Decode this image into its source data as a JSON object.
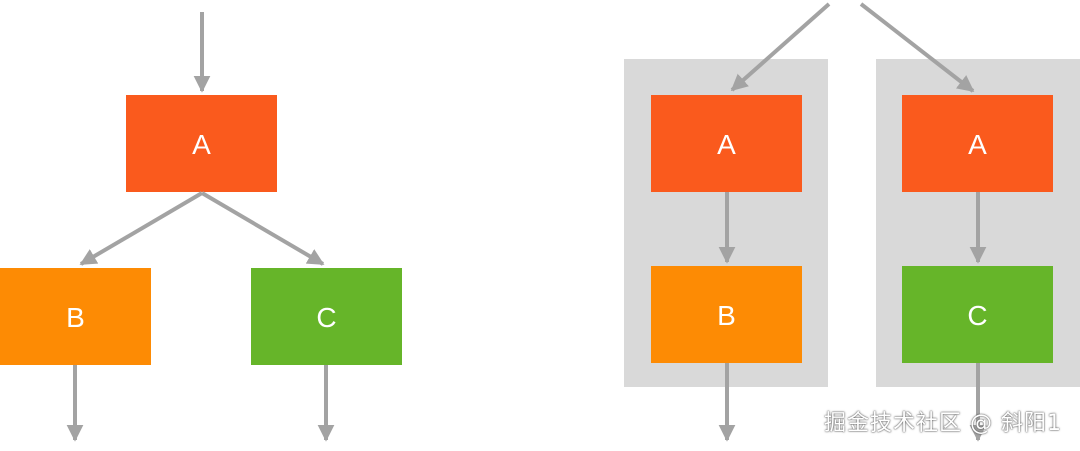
{
  "colors": {
    "arrow": "#a3a3a3",
    "group_bg": "#d9d9d9",
    "a": "#fa5a1d",
    "b": "#fd8b04",
    "c": "#66b529",
    "label": "#ffffff"
  },
  "left": {
    "a_label": "A",
    "b_label": "B",
    "c_label": "C"
  },
  "right": {
    "group1": {
      "top_label": "A",
      "bottom_label": "B"
    },
    "group2": {
      "top_label": "A",
      "bottom_label": "C"
    }
  },
  "watermark": "掘金技术社区 @ 斜阳1"
}
